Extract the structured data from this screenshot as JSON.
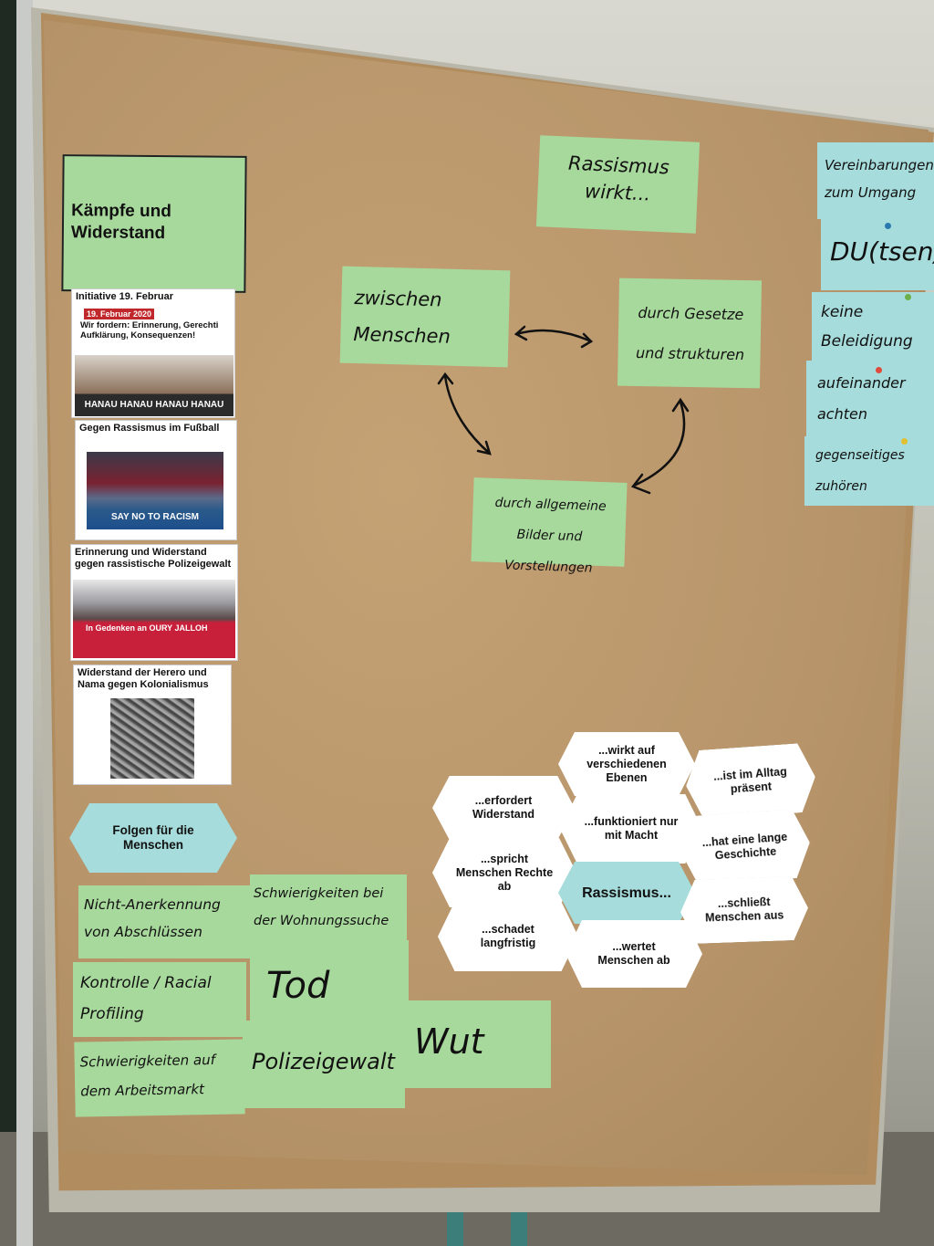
{
  "title_card": "Kämpfe und Widerstand",
  "center": {
    "heading": "Rassismus wirkt...",
    "node_people": "zwischen Menschen",
    "node_laws": "durch Gesetze und strukturen",
    "node_images": "durch allgemeine Bilder und Vorstellungen"
  },
  "agreements": {
    "heading": "Vereinbarungen zum Umgang",
    "items": [
      "DU(tsen)",
      "keine Beleidigung",
      "aufeinander achten",
      "gegenseitiges zuhören"
    ]
  },
  "photos": [
    {
      "caption": "Initiative 19. Februar",
      "banner_date": "19. Februar 2020",
      "banner_text": "Wir fordern: Erinnerung, Gerechti Aufklärung, Konsequenzen!",
      "sign": "HANAU HANAU HANAU HANAU"
    },
    {
      "caption": "Gegen Rassismus im Fußball",
      "banner_text": "SAY NO TO RACISM"
    },
    {
      "caption": "Erinnerung und Widerstand gegen rassistische Polizeigewalt",
      "banner_text": "In Gedenken an OURY JALLOH"
    },
    {
      "caption": "Widerstand der Herero und Nama gegen Kolonialismus"
    }
  ],
  "hexagons": {
    "center": "Rassismus...",
    "items": [
      "...wirkt auf verschiedenen Ebenen",
      "...ist im Alltag präsent",
      "...erfordert Widerstand",
      "...funktioniert nur mit Macht",
      "...hat eine lange Geschichte",
      "...spricht Menschen Rechte ab",
      "...schließt Menschen aus",
      "...schadet langfristig",
      "...wertet Menschen ab"
    ]
  },
  "consequences": {
    "heading": "Folgen für die Menschen",
    "items": [
      "Nicht-Anerkennung von Abschlüssen",
      "Schwierigkeiten bei der Wohnungssuche",
      "Kontrolle / Racial Profiling",
      "Tod",
      "Schwierigkeiten auf dem Arbeitsmarkt",
      "Polizeigewalt",
      "Wut"
    ]
  },
  "colors": {
    "green_card": "#a8d99c",
    "teal_card": "#a6dcdb",
    "kraft_paper": "#b7946a",
    "cork": "#b08c5e"
  }
}
